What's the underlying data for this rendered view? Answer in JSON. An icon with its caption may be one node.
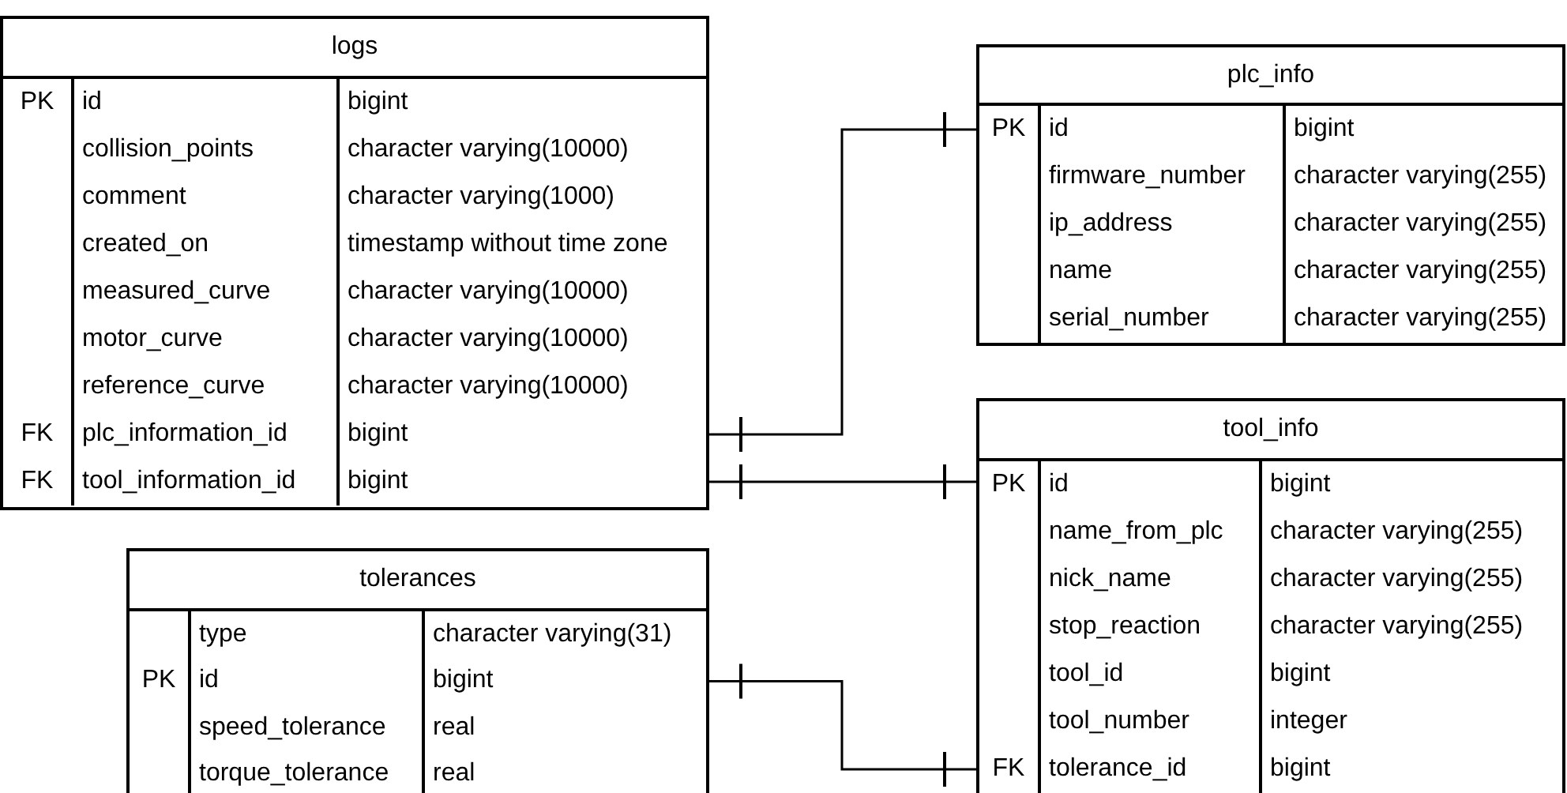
{
  "diagram": {
    "nodes": [
      {
        "text": [
          "logs"
        ]
      },
      {
        "text": [
          "PK",
          "id",
          "bigint"
        ],
        "in": 0
      },
      {
        "text": [
          "collision_points",
          "character varying(10000)"
        ],
        "in": 0
      },
      {
        "text": [
          "comment",
          "character varying(1000)"
        ],
        "in": 0
      },
      {
        "text": [
          "created_on",
          "timestamp without time zone"
        ],
        "in": 0
      },
      {
        "text": [
          "measured_curve",
          "character varying(10000)"
        ],
        "in": 0
      },
      {
        "text": [
          "motor_curve",
          "character varying(10000)"
        ],
        "in": 0
      },
      {
        "text": [
          "reference_curve",
          "character varying(10000)"
        ],
        "in": 0
      },
      {
        "text": [
          "FK",
          "plc_information_id",
          "bigint"
        ],
        "in": 0
      },
      {
        "text": [
          "FK",
          "tool_information_id",
          "bigint"
        ],
        "in": 0
      },
      {
        "text": [
          "plc_info"
        ]
      },
      {
        "text": [
          "PK",
          "id",
          "bigint"
        ],
        "in": 10
      },
      {
        "text": [
          "firmware_number",
          "character varying(255)"
        ],
        "in": 10
      },
      {
        "text": [
          "ip_address",
          "character varying(255)"
        ],
        "in": 10
      },
      {
        "text": [
          "name",
          "character varying(255)"
        ],
        "in": 10
      },
      {
        "text": [
          "serial_number",
          "character varying(255)"
        ],
        "in": 10
      },
      {
        "text": [
          "tool_info"
        ]
      },
      {
        "text": [
          "PK",
          "id",
          "bigint"
        ],
        "in": 16
      },
      {
        "text": [
          "name_from_plc",
          "character varying(255)"
        ],
        "in": 16
      },
      {
        "text": [
          "nick_name",
          "character varying(255)"
        ],
        "in": 16
      },
      {
        "text": [
          "stop_reaction",
          "character varying(255)"
        ],
        "in": 16
      },
      {
        "text": [
          "tool_id",
          "bigint"
        ],
        "in": 16
      },
      {
        "text": [
          "tool_number",
          "integer"
        ],
        "in": 16
      },
      {
        "text": [
          "FK",
          "tolerance_id",
          "bigint"
        ],
        "in": 16
      },
      {
        "text": [
          "tolerances"
        ]
      },
      {
        "text": [
          "type",
          "character varying(31)"
        ],
        "in": 24
      },
      {
        "text": [
          "PK",
          "id",
          "bigint"
        ],
        "in": 24
      },
      {
        "text": [
          "speed_tolerance",
          "real"
        ],
        "in": 24
      },
      {
        "text": [
          "torque_tolerance",
          "real"
        ],
        "in": 24
      }
    ],
    "edges": [
      {
        "from": 8,
        "to": 11,
        "arrow": "other"
      },
      {
        "from": 9,
        "to": 17,
        "arrow": "other"
      },
      {
        "from": 26,
        "to": 23,
        "arrow": "other"
      }
    ]
  }
}
